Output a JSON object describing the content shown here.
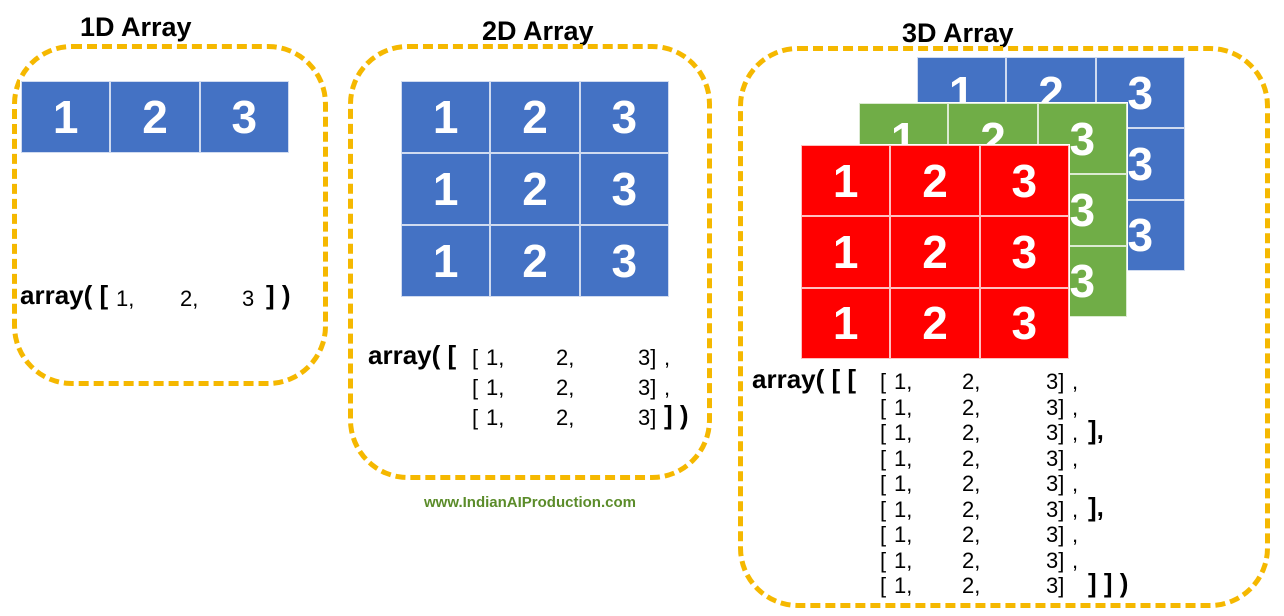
{
  "titles": {
    "one_d": "1D Array",
    "two_d": "2D Array",
    "three_d": "3D Array"
  },
  "cell_values": [
    "1",
    "2",
    "3"
  ],
  "colors": {
    "frame": "#f5b800",
    "blue": "#4472c4",
    "green": "#70ad47",
    "red": "#ff0000",
    "footer": "#5b8c2a"
  },
  "code_1d": {
    "open": "array( [",
    "v1": "1,",
    "v2": "2,",
    "v3": "3",
    "close": "] )"
  },
  "code_2d": {
    "open": "array( [",
    "rows": [
      {
        "open": "[",
        "v1": "1,",
        "v2": "2,",
        "v3": "3]",
        "tail": ","
      },
      {
        "open": "[",
        "v1": "1,",
        "v2": "2,",
        "v3": "3]",
        "tail": ","
      },
      {
        "open": "[",
        "v1": "1,",
        "v2": "2,",
        "v3": "3]",
        "tail": "] )"
      }
    ]
  },
  "code_3d": {
    "open": "array( [ [",
    "rows": [
      {
        "open": "[",
        "v1": "1,",
        "v2": "2,",
        "v3": "3]",
        "tail": ","
      },
      {
        "open": "[",
        "v1": "1,",
        "v2": "2,",
        "v3": "3]",
        "tail": ","
      },
      {
        "open": "[",
        "v1": "1,",
        "v2": "2,",
        "v3": "3]",
        "tail": ",",
        "close": "],",
        "close_big": true
      },
      {
        "open": "[",
        "v1": "1,",
        "v2": "2,",
        "v3": "3]",
        "tail": ","
      },
      {
        "open": "[",
        "v1": "1,",
        "v2": "2,",
        "v3": "3]",
        "tail": ","
      },
      {
        "open": "[",
        "v1": "1,",
        "v2": "2,",
        "v3": "3]",
        "tail": ",",
        "close": "],",
        "close_big": true
      },
      {
        "open": "[",
        "v1": "1,",
        "v2": "2,",
        "v3": "3]",
        "tail": ","
      },
      {
        "open": "[",
        "v1": "1,",
        "v2": "2,",
        "v3": "3]",
        "tail": ","
      },
      {
        "open": "[",
        "v1": "1,",
        "v2": "2,",
        "v3": "3]",
        "tail": "",
        "close": "] ] )",
        "close_big": true
      }
    ]
  },
  "footer": "www.IndianAIProduction.com"
}
